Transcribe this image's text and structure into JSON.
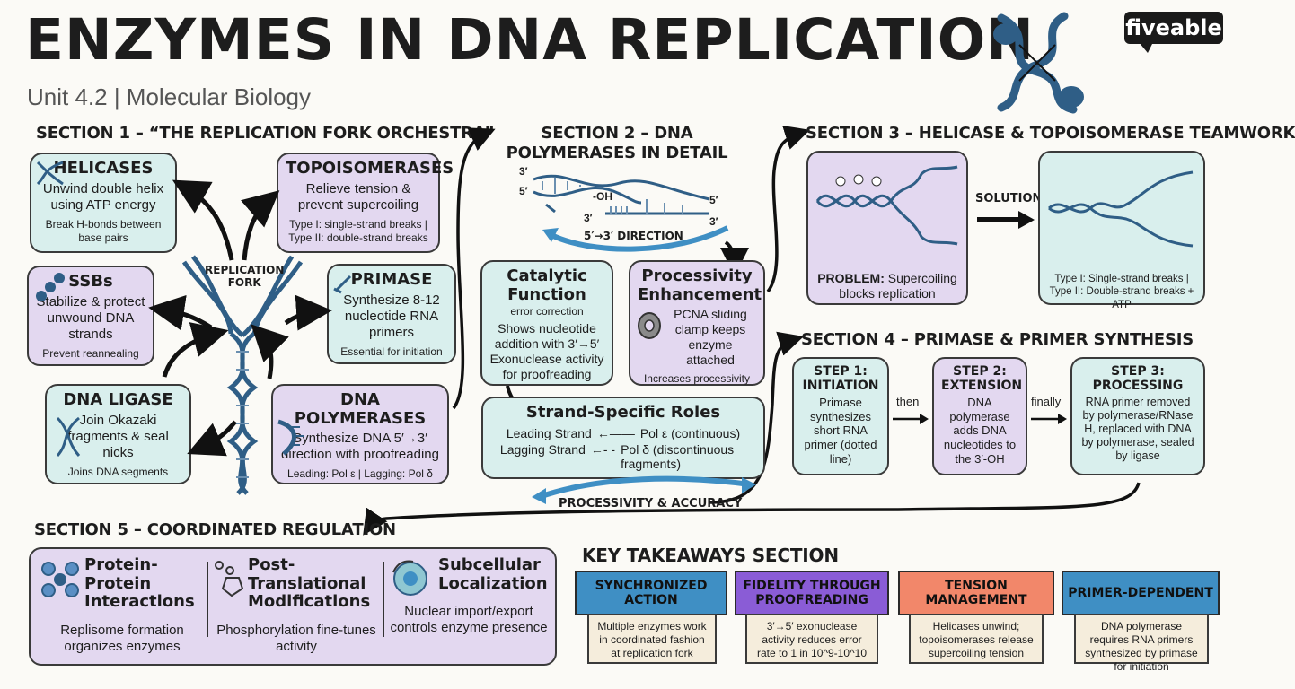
{
  "header": {
    "title": "ENZYMES IN DNA REPLICATION",
    "subtitle": "Unit 4.2 | Molecular Biology",
    "logo": "fiveable"
  },
  "section1": {
    "heading": "SECTION 1 – “THE REPLICATION FORK ORCHESTRA”",
    "fork_label": "REPLICATION\nFORK",
    "helicases": {
      "title": "HELICASES",
      "text": "Unwind double helix using ATP energy",
      "sub": "Break H-bonds between base pairs"
    },
    "topoisomerases": {
      "title": "TOPOISOMERASES",
      "text": "Relieve tension & prevent supercoiling",
      "sub": "Type I: single-strand breaks | Type II: double-strand breaks"
    },
    "ssbs": {
      "title": "SSBs",
      "text": "Stabilize & protect unwound DNA strands",
      "sub": "Prevent reannealing"
    },
    "primase": {
      "title": "PRIMASE",
      "text": "Synthesize 8-12 nucleotide RNA primers",
      "sub": "Essential for initiation"
    },
    "ligase": {
      "title": "DNA LIGASE",
      "text": "Join Okazaki fragments & seal nicks",
      "sub": "Joins DNA segments"
    },
    "polymerases": {
      "title": "DNA POLYMERASES",
      "text": "Synthesize DNA 5′→3′ direction with proofreading",
      "sub": "Leading: Pol ε | Lagging: Pol δ"
    }
  },
  "section2": {
    "heading": "SECTION 2 – DNA POLYMERASES IN DETAIL",
    "diagram": {
      "l3": "3′",
      "l5": "5′",
      "oh": "-OH",
      "r5": "5′",
      "r3": "3′",
      "b3": "3′",
      "direction": "5′→3′ DIRECTION"
    },
    "catalytic": {
      "title": "Catalytic Function",
      "note": "error correction",
      "text": "Shows nucleotide addition with 3′→5′ Exonuclease activity for proofreading"
    },
    "processivity": {
      "title": "Processivity Enhancement",
      "text": "PCNA sliding clamp keeps enzyme attached",
      "sub": "Increases processivity"
    },
    "strand": {
      "title": "Strand-Specific Roles",
      "leading": "Leading Strand",
      "leading_pol": "Pol ε (continuous)",
      "lagging": "Lagging Strand",
      "lagging_pol": "Pol δ (discontinuous fragments)"
    },
    "accuracy": "PROCESSIVITY & ACCURACY"
  },
  "section3": {
    "heading": "SECTION 3 – HELICASE & TOPOISOMERASE TEAMWORK",
    "problem_label": "PROBLEM:",
    "problem": "Supercoiling blocks replication",
    "solution": "SOLUTION",
    "solution_text": "Type I: Single-strand breaks | Type II: Double-strand breaks + ATP"
  },
  "section4": {
    "heading": "SECTION 4 – PRIMASE & PRIMER SYNTHESIS",
    "steps": [
      {
        "title": "STEP 1: INITIATION",
        "text": "Primase synthesizes short RNA primer (dotted line)"
      },
      {
        "title": "STEP 2: EXTENSION",
        "text": "DNA polymerase adds DNA nucleotides to the 3′-OH"
      },
      {
        "title": "STEP 3: PROCESSING",
        "text": "RNA primer removed by polymerase/RNase H, replaced with DNA by polymerase, sealed by ligase"
      }
    ],
    "then": "then",
    "finally": "finally"
  },
  "section5": {
    "heading": "SECTION 5 – COORDINATED REGULATION",
    "items": [
      {
        "title": "Protein-Protein Interactions",
        "text": "Replisome formation organizes enzymes"
      },
      {
        "title": "Post-Translational Modifications",
        "text": "Phosphorylation fine-tunes activity"
      },
      {
        "title": "Subcellular Localization",
        "text": "Nuclear import/export controls enzyme presence"
      }
    ]
  },
  "takeaways": {
    "heading": "KEY TAKEAWAYS SECTION",
    "items": [
      {
        "title": "SYNCHRONIZED ACTION",
        "text": "Multiple enzymes work in coordinated fashion at replication fork",
        "color": "#3f8fc4"
      },
      {
        "title": "FIDELITY THROUGH PROOFREADING",
        "text": "3′→5′ exonuclease activity reduces error rate to 1 in 10^9-10^10",
        "color": "#8a5cd6"
      },
      {
        "title": "TENSION MANAGEMENT",
        "text": "Helicases unwind; topoisomerases release supercoiling tension",
        "color": "#f2876a"
      },
      {
        "title": "PRIMER-DEPENDENT",
        "text": "DNA polymerase requires RNA primers synthesized by primase for initiation",
        "color": "#3f8fc4"
      }
    ]
  },
  "colors": {
    "teal": "#d9efed",
    "purple": "#e3d8f0",
    "dna": "#2f5e86",
    "accent_blue": "#3f8fc4"
  }
}
